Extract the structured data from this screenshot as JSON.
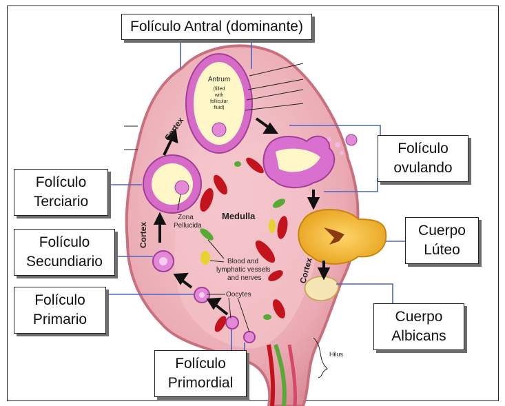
{
  "callouts": {
    "antral": "Folículo Antral (dominante)",
    "ovulando": [
      "Folículo",
      "ovulando"
    ],
    "terciario": [
      "Folículo",
      "Terciario"
    ],
    "secundario": [
      "Folículo",
      "Secundiario"
    ],
    "primario": [
      "Folículo",
      "Primario"
    ],
    "primordial": [
      "Folículo",
      "Primordial"
    ],
    "luteo": [
      "Cuerpo",
      "Lúteo"
    ],
    "albicans": [
      "Cuerpo",
      "Albicans"
    ]
  },
  "labels": {
    "antrum": [
      "Antrum",
      "(filled",
      "with",
      "follicular",
      "fluid)"
    ],
    "cortex": "Cortex",
    "medulla": "Medulla",
    "zona": [
      "Zona",
      "Pellucida"
    ],
    "vessels": [
      "Blood and",
      "lymphatic vessels",
      "and nerves"
    ],
    "oocytes": "Oocytes",
    "hilus": "Hilus"
  },
  "colors": {
    "ovary": "#ecaab3",
    "ovary_edge": "#c9707e",
    "follicle": "#d66bc8",
    "antrum_fill": "#fff7c8",
    "luteum": "#f2b52a",
    "blood_red": "#c3141d",
    "vessel_green": "#58a936",
    "callout_line": "#4a64c8"
  }
}
